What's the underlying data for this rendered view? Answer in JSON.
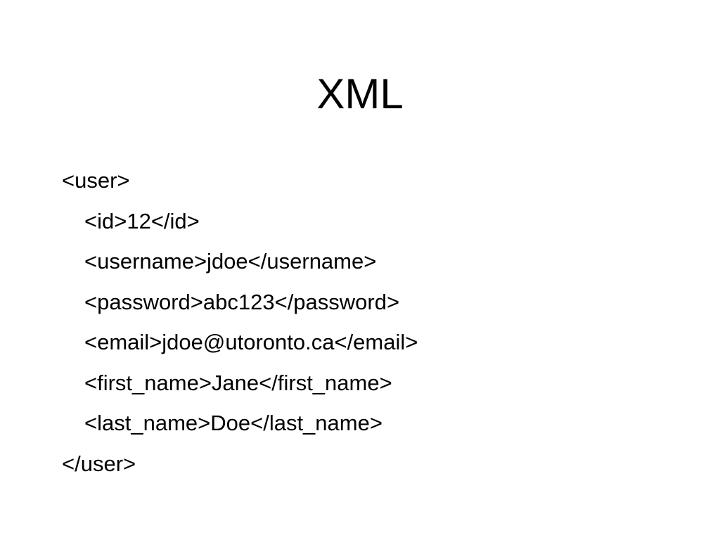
{
  "slide": {
    "title": "XML",
    "lines": [
      {
        "text": "<user>",
        "indent": 0
      },
      {
        "text": "<id>12</id>",
        "indent": 1
      },
      {
        "text": "<username>jdoe</username>",
        "indent": 1
      },
      {
        "text": "<password>abc123</password>",
        "indent": 1
      },
      {
        "text": "<email>jdoe@utoronto.ca</email>",
        "indent": 1
      },
      {
        "text": "<first_name>Jane</first_name>",
        "indent": 1
      },
      {
        "text": "<last_name>Doe</last_name>",
        "indent": 1
      },
      {
        "text": "</user>",
        "indent": 0
      }
    ]
  }
}
